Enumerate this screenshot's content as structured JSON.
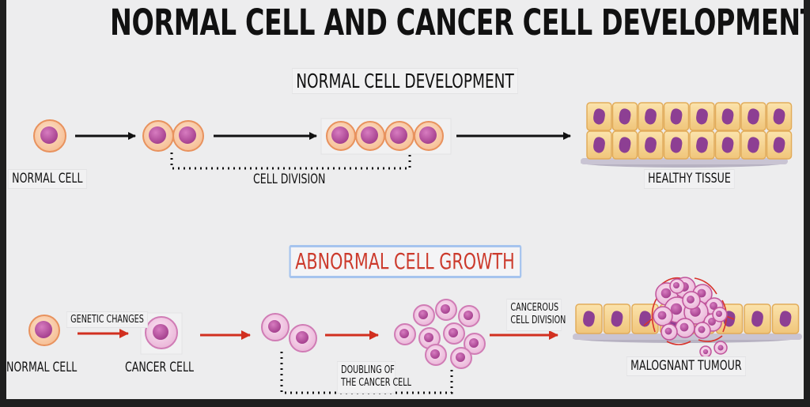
{
  "title": "NORMAL CELL AND CANCER CELL DEVELOPMENT",
  "normal_section": {
    "heading": "NORMAL CELL DEVELOPMENT",
    "labels": {
      "normal_cell": "NORMAL CELL",
      "cell_division": "CELL DIVISION",
      "healthy_tissue": "HEALTHY TISSUE"
    }
  },
  "abnormal_section": {
    "heading": "ABNORMAL CELL GROWTH",
    "labels": {
      "normal_cell": "NORMAL CELL",
      "genetic_changes": "GENETIC CHANGES",
      "cancer_cell": "CANCER CELL",
      "doubling_line1": "DOUBLING OF",
      "doubling_line2": "THE CANCER CELL",
      "cancerous_line1": "CANCEROUS",
      "cancerous_line2": "CELL DIVISION",
      "malignant_tumour": "MALOGNANT TUMOUR"
    }
  },
  "colors": {
    "background": "#ededee",
    "normal_cell_fill": "#f8c9a4",
    "normal_cell_ring": "#e8925e",
    "nucleus": "#b5509c",
    "cancer_cell_fill": "#f4cde7",
    "cancer_cell_ring": "#d07cb5",
    "tissue_cell": "#f6d590",
    "tissue_nucleus": "#8d3f93",
    "tumour_vessel": "#d8332b",
    "black_arrow": "#111111",
    "red_arrow": "#d12f1f",
    "abnormal_heading_text": "#cc3a2c",
    "abnormal_heading_border": "#a6c4ee"
  }
}
